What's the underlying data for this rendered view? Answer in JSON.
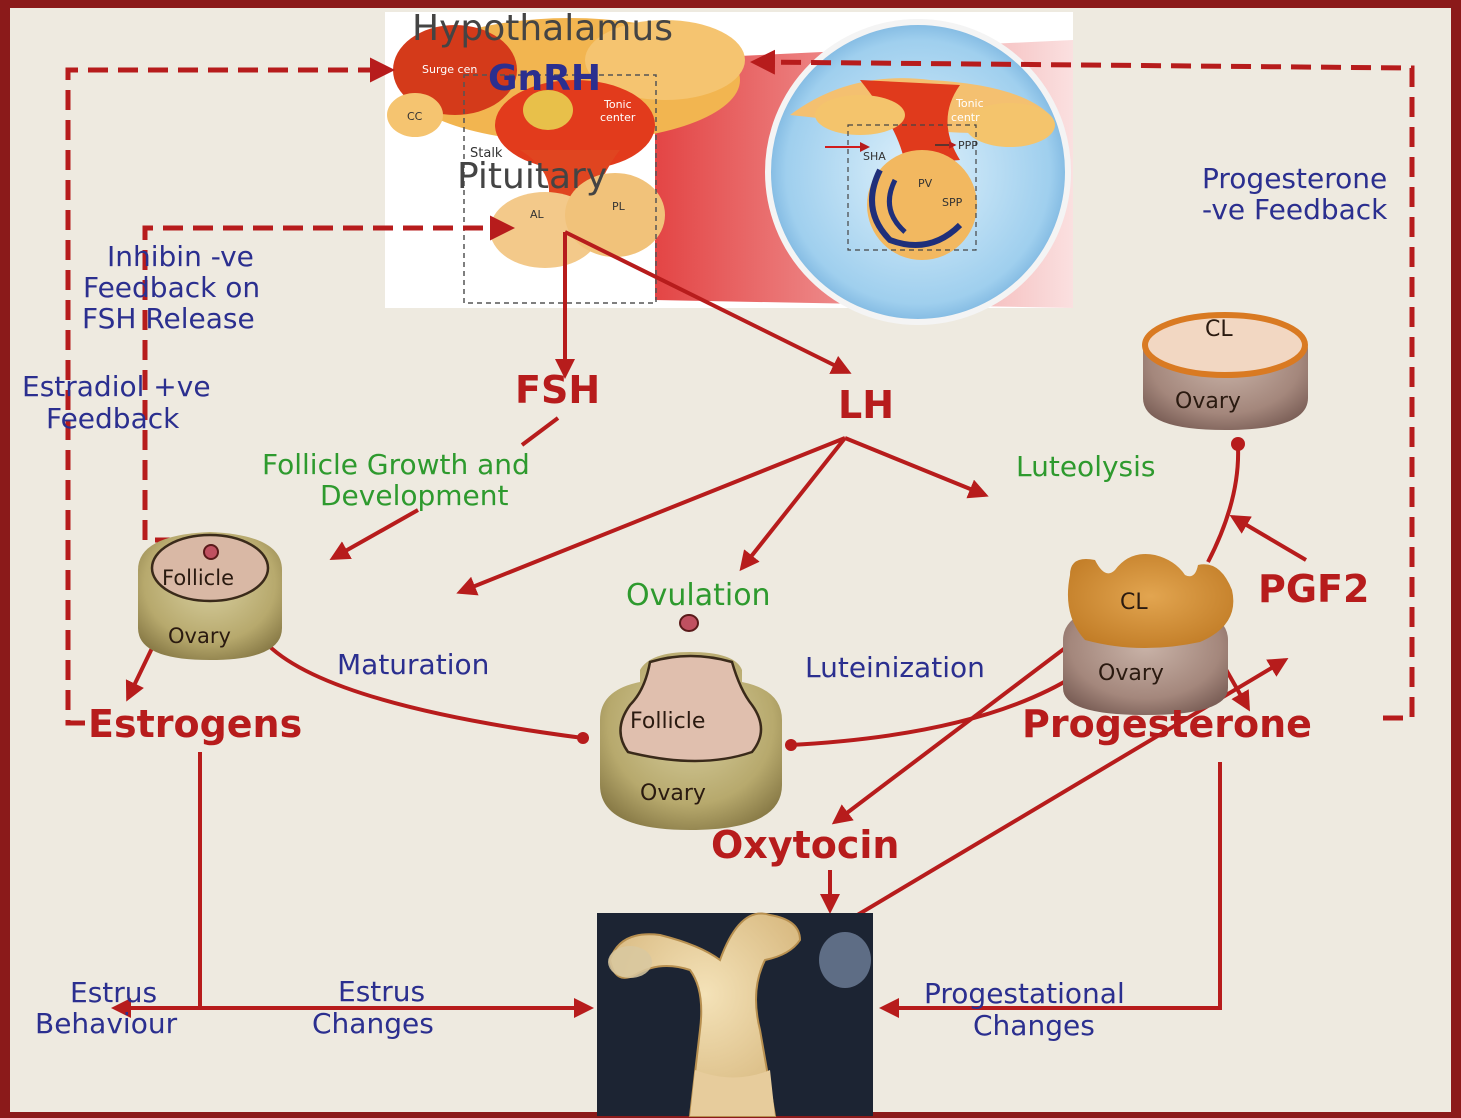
{
  "brain": {
    "hypothalamus": "Hypothalamus",
    "gnrh": "GnRH",
    "pituitary": "Pituitary",
    "surge_center": "Surge cen",
    "tonic_center": [
      "Tonic",
      "center"
    ],
    "cc": "CC",
    "stalk": "Stalk",
    "al": "AL",
    "pl": "PL"
  },
  "inset": {
    "tonic_center": [
      "Tonic",
      "centr"
    ],
    "sha": "SHA",
    "ppp": "PPP",
    "pv": "PV",
    "spp": "SPP"
  },
  "hormones": {
    "fsh": "FSH",
    "lh": "LH",
    "estrogens": "Estrogens",
    "progesterone": "Progesterone",
    "oxytocin": "Oxytocin",
    "pgf2": "PGF2"
  },
  "feedback": {
    "inhibin": [
      "Inhibin -ve",
      "Feedback on",
      "FSH Release"
    ],
    "estradiol": [
      "Estradiol +ve",
      "Feedback"
    ],
    "progesterone": [
      "Progesterone",
      "-ve Feedback"
    ]
  },
  "processes": {
    "follicle_growth": [
      "Follicle Growth and",
      "Development"
    ],
    "ovulation": "Ovulation",
    "luteolysis": "Luteolysis",
    "maturation": "Maturation",
    "luteinization": "Luteinization"
  },
  "ovaries": {
    "left": {
      "top": "Follicle",
      "bottom": "Ovary"
    },
    "center": {
      "top": "Follicle",
      "bottom": "Ovary"
    },
    "right": {
      "top": "CL",
      "bottom": "Ovary"
    },
    "top_right": {
      "top": "CL",
      "bottom": "Ovary"
    }
  },
  "effects": {
    "estrus_behaviour": [
      "Estrus",
      "Behaviour"
    ],
    "estrus_changes": [
      "Estrus",
      "Changes"
    ],
    "progestational_changes": [
      "Progestational",
      "Changes"
    ]
  },
  "colors": {
    "background": "#eeeae0",
    "border": "#8b1a1a",
    "arrow": "#b71c1c",
    "blue_text": "#2b2f8f",
    "green_text": "#2e9a2e"
  }
}
